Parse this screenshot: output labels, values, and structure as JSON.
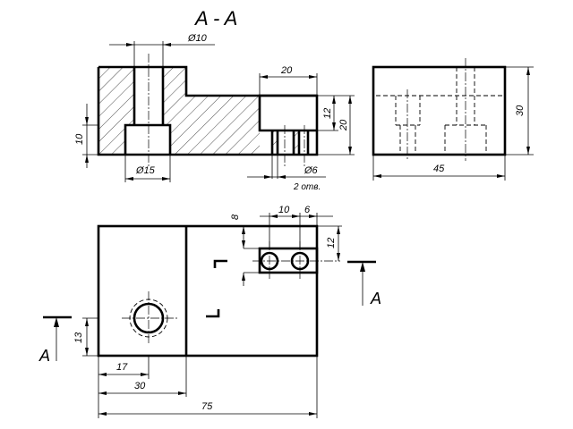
{
  "section_title": "A - A",
  "cut_label_right": "A",
  "cut_label_left": "A",
  "dims": {
    "d_hole": "Ø10",
    "d_counterbore": "Ø15",
    "d_small": "Ø6",
    "holes_note": "2 отв.",
    "w20_top": "20",
    "h12_right": "12",
    "h20_right": "20",
    "h10_left": "10",
    "h30_side": "30",
    "w45_side": "45",
    "d8_plan": "8",
    "d10_plan": "10",
    "d6_plan": "6",
    "d12_plan": "12",
    "d13_plan": "13",
    "d17_plan": "17",
    "d30_plan": "30",
    "d75_plan": "75"
  }
}
